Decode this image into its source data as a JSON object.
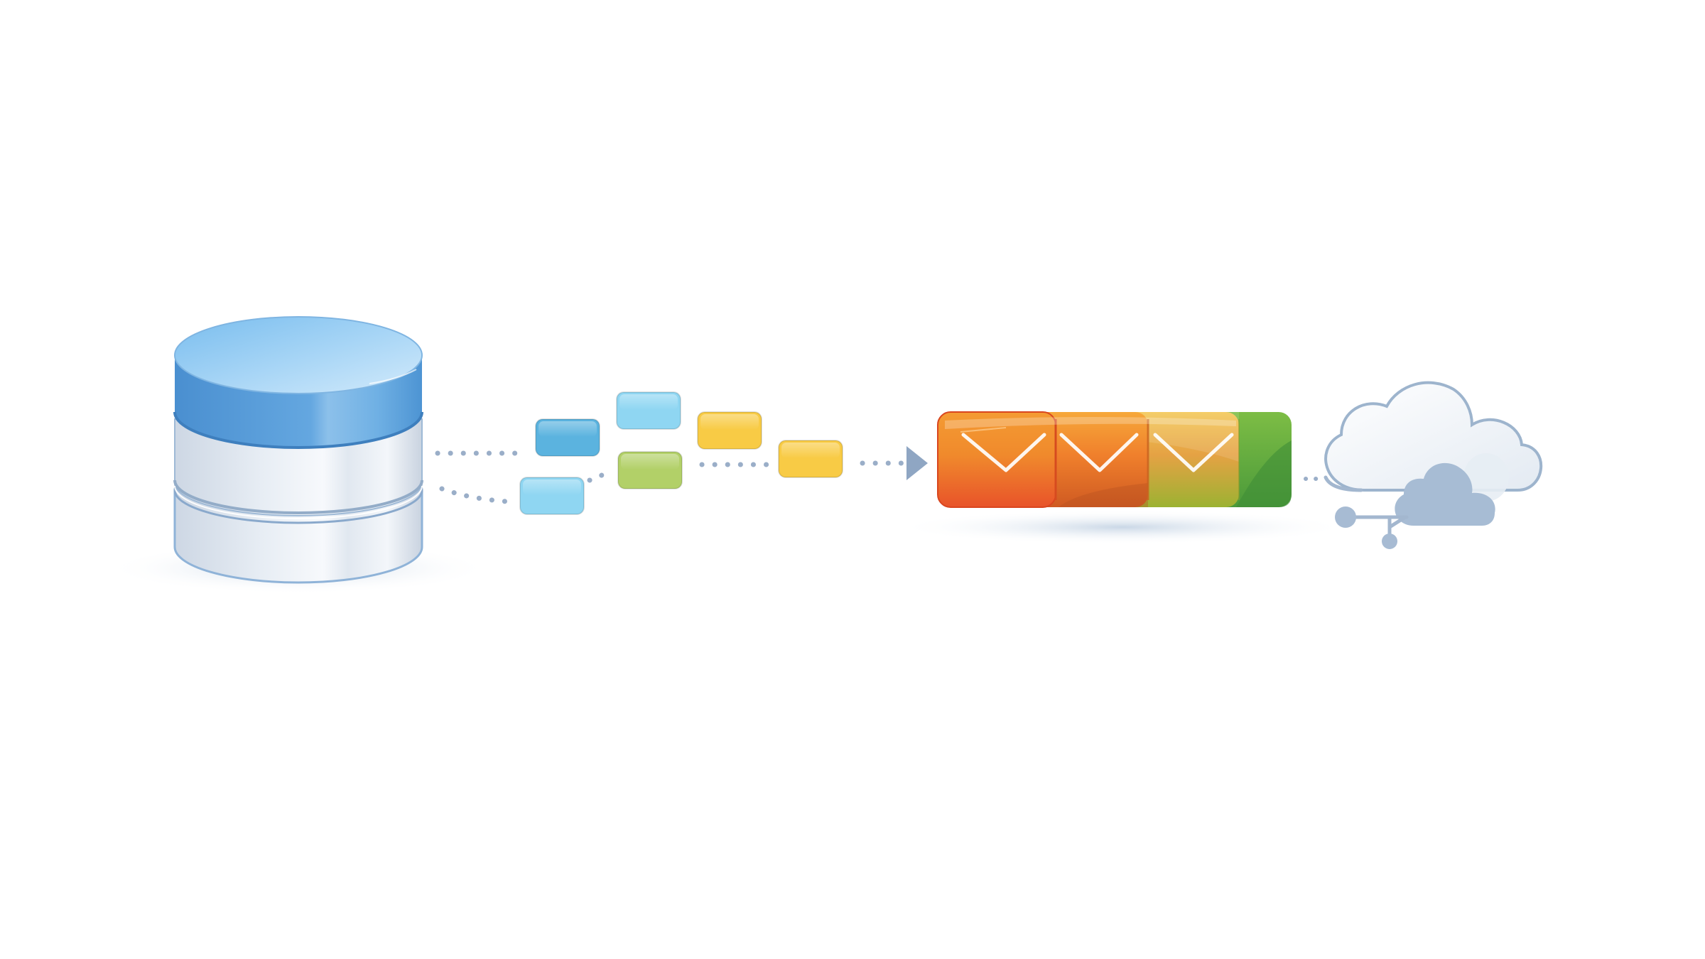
{
  "diagram": {
    "nodes": [
      {
        "id": "database",
        "icon": "database-icon"
      },
      {
        "id": "message-queue",
        "icon": "envelope-icon",
        "envelope_count": 3
      },
      {
        "id": "cloud",
        "icon": "cloud-network-icon"
      }
    ],
    "messages": [
      {
        "id": "msg-1",
        "color": "#5bb3df"
      },
      {
        "id": "msg-2",
        "color": "#8fd6f2"
      },
      {
        "id": "msg-3",
        "color": "#8fd6f2"
      },
      {
        "id": "msg-4",
        "color": "#b2d068"
      },
      {
        "id": "msg-5",
        "color": "#f8cb45"
      },
      {
        "id": "msg-6",
        "color": "#f8cb45"
      }
    ],
    "edges": [
      {
        "from": "database",
        "to": "message-queue",
        "style": "dotted",
        "arrow": true
      },
      {
        "from": "message-queue",
        "to": "cloud",
        "style": "dotted",
        "arrow": false
      }
    ],
    "colors": {
      "database_top": "#5aa2dc",
      "database_body": "#e4eaf2",
      "queue_orange": "#ee6a26",
      "queue_amber": "#f2a33a",
      "queue_green": "#5fa93b",
      "connector": "#9aaec8",
      "cloud_outline": "#9db4cd",
      "cloud_fill": "#a7bcd4"
    }
  }
}
